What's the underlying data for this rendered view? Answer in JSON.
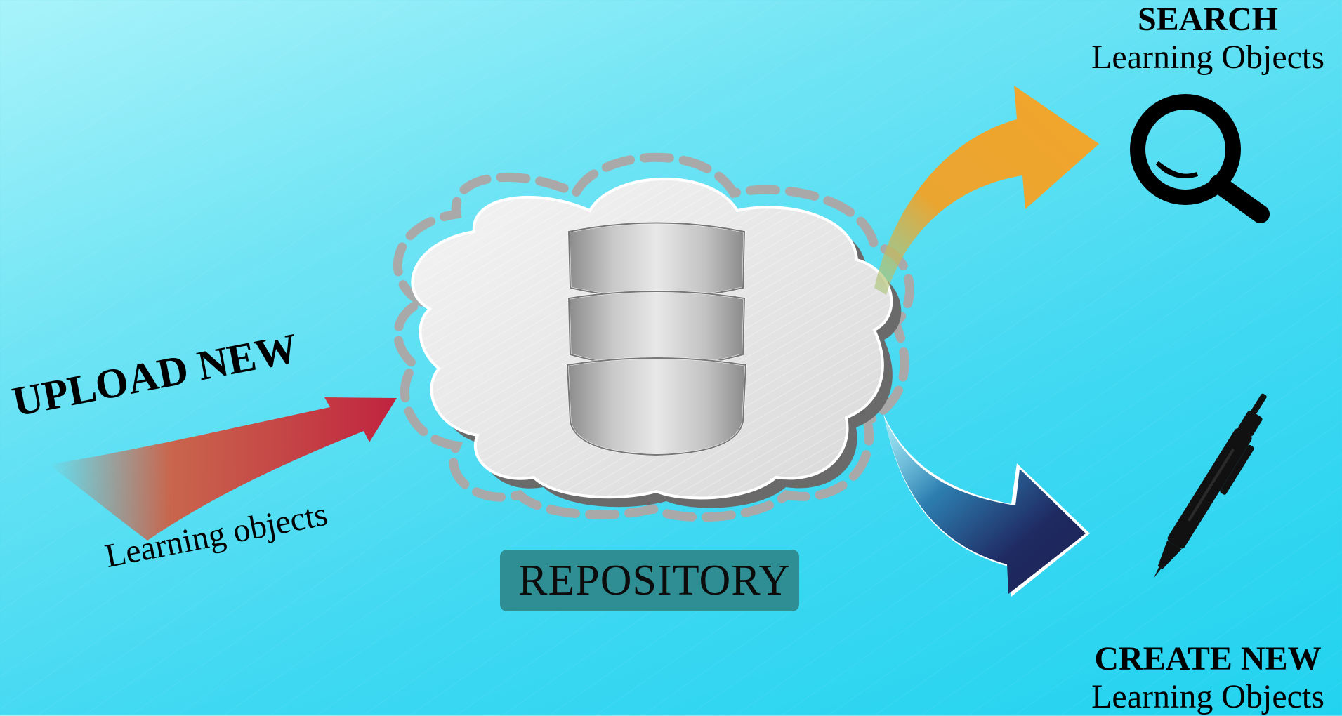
{
  "upload": {
    "title": "UPLOAD NEW",
    "subtitle": "Learning objects"
  },
  "repository": {
    "label": "REPOSITORY"
  },
  "search": {
    "title": "SEARCH",
    "subtitle": "Learning Objects"
  },
  "create": {
    "title": "CREATE NEW",
    "subtitle": "Learning Objects"
  },
  "icons": {
    "database": "database-icon",
    "cloud": "cloud-icon",
    "search": "magnifier-icon",
    "create": "pen-icon"
  },
  "colors": {
    "upload_arrow": "#c9283e",
    "search_arrow": "#f0a42c",
    "create_arrow": "#1e2557",
    "repository_box": "#2f8e93",
    "cloud_border": "#aaaaaa"
  }
}
